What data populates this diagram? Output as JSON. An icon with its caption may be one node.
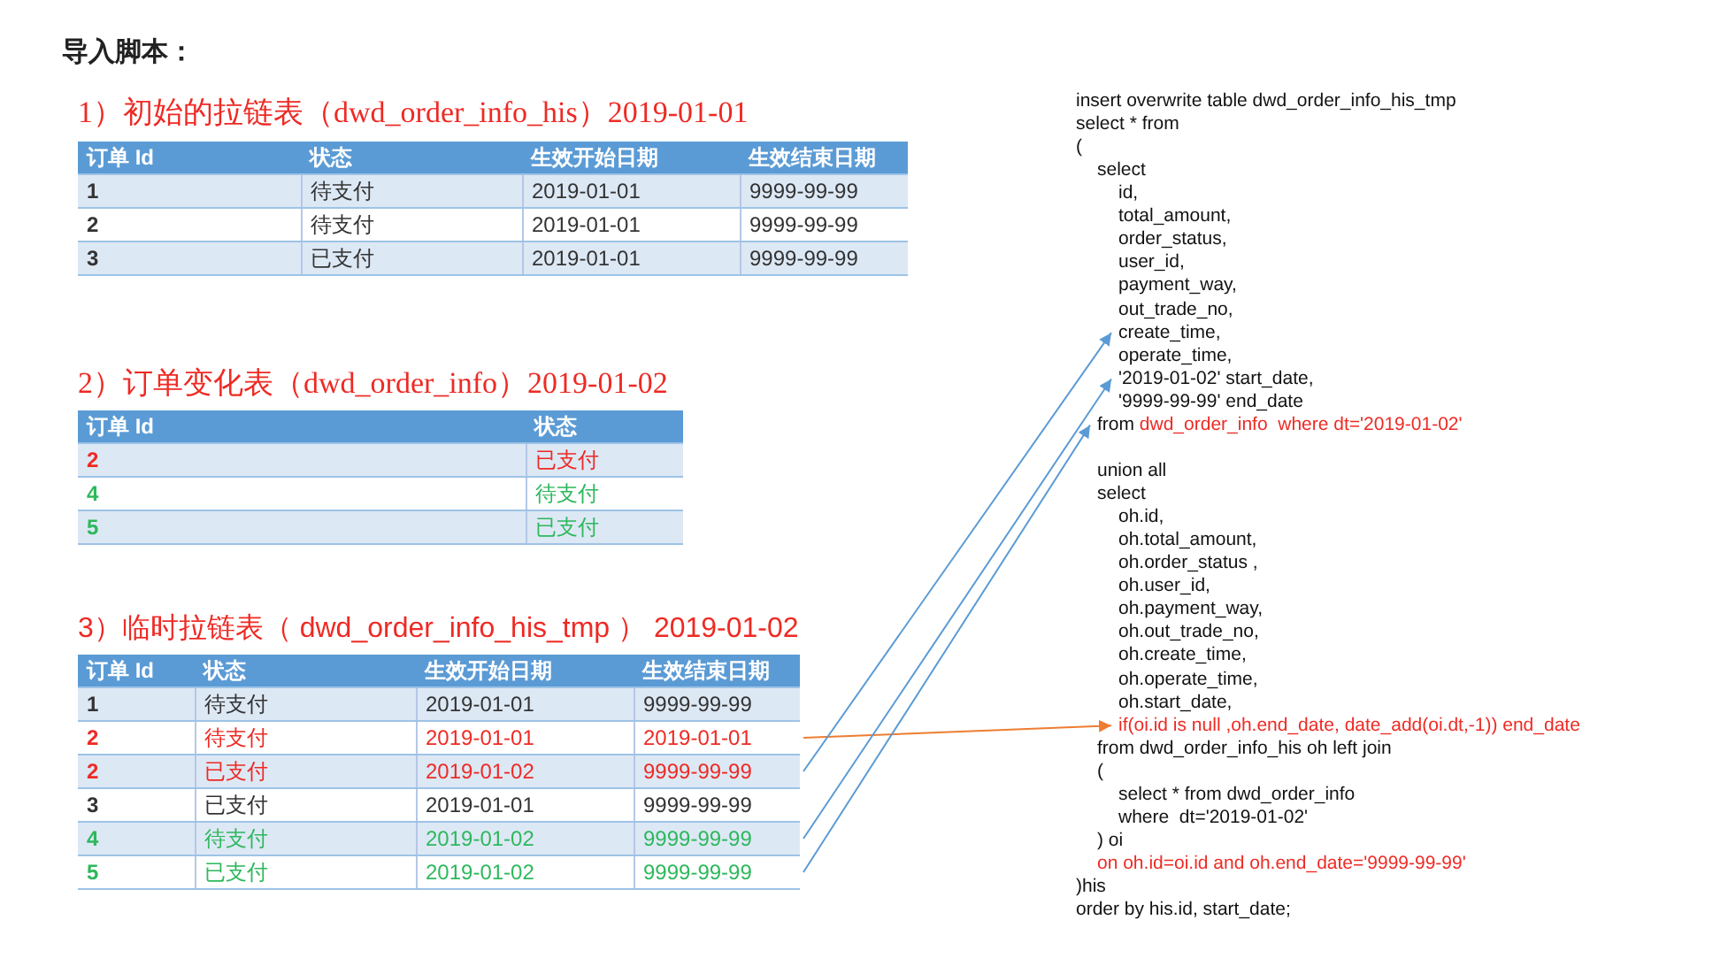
{
  "diagram": {
    "title": "导入脚本：",
    "nodes": [
      {
        "text": [
          "2",
          "待支付",
          "2019-01-01",
          "2019-01-01"
        ]
      },
      {
        "text": [
          "2",
          "已支付",
          "2019-01-02",
          "9999-99-99"
        ]
      },
      {
        "text": [
          "4",
          "待支付",
          "2019-01-02",
          "9999-99-99"
        ]
      },
      {
        "text": [
          "5",
          "已支付",
          "2019-01-02",
          "9999-99-99"
        ]
      },
      {
        "text": [
          "create_time,"
        ]
      },
      {
        "text": [
          "'2019-01-02' start_date,"
        ]
      },
      {
        "text": [
          "from",
          "dwd_order_info  where dt='2019-01-02'"
        ]
      },
      {
        "text": [
          "if(oi.id is null ,oh.end_date, date_add(oi.dt,-1)) end_date"
        ]
      }
    ],
    "edges": [
      {
        "from": 0,
        "to": 7,
        "arrow": "to",
        "color": "#ed7d31"
      },
      {
        "from": 1,
        "to": 4,
        "arrow": "to"
      },
      {
        "from": 2,
        "to": 5,
        "arrow": "to"
      },
      {
        "from": 3,
        "to": 6,
        "arrow": "to"
      }
    ],
    "labels": [
      "1）初始的拉链表（dwd_order_info_his）2019-01-01",
      "订单 Id",
      "状态",
      "生效开始日期",
      "生效结束日期",
      "1",
      "待支付",
      "2019-01-01",
      "9999-99-99",
      "2",
      "待支付",
      "2019-01-01",
      "9999-99-99",
      "3",
      "已支付",
      "2019-01-01",
      "9999-99-99",
      "2）订单变化表（dwd_order_info）2019-01-02",
      "订单 Id",
      "状态",
      "2",
      "已支付",
      "4",
      "待支付",
      "5",
      "已支付",
      "3）临时拉链表（ dwd_order_info_his_tmp ） 2019-01-02",
      "订单 Id",
      "状态",
      "生效开始日期",
      "生效结束日期",
      "1",
      "待支付",
      "2019-01-01",
      "9999-99-99",
      "3",
      "已支付",
      "2019-01-01",
      "9999-99-99",
      "insert overwrite table dwd_order_info_his_tmp",
      "select * from",
      "(",
      "select",
      "id,",
      "total_amount,",
      "order_status,",
      "user_id,",
      "payment_way,",
      "out_trade_no,",
      "operate_time,",
      "'9999-99-99' end_date",
      "union all",
      "select",
      "oh.id,",
      "oh.total_amount,",
      "oh.order_status ,",
      "oh.user_id,",
      "oh.payment_way,",
      "oh.out_trade_no,",
      "oh.create_time,",
      "oh.operate_time,",
      "oh.start_date,",
      "from dwd_order_info_his oh left join",
      "(",
      "select * from dwd_order_info",
      "where  dt='2019-01-02'",
      ") oi",
      "on oh.id=oi.id and oh.end_date='9999-99-99'",
      ")his",
      "order by his.id, start_date;"
    ]
  }
}
